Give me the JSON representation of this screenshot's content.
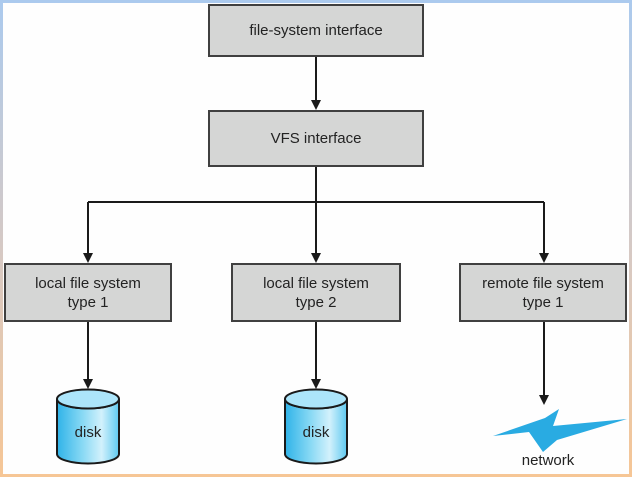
{
  "diagram": {
    "nodes": {
      "fs_interface": {
        "label": "file-system interface"
      },
      "vfs_interface": {
        "label": "VFS interface"
      },
      "local_fs_1": {
        "line1": "local file system",
        "line2": "type 1"
      },
      "local_fs_2": {
        "line1": "local file system",
        "line2": "type 2"
      },
      "remote_fs_1": {
        "line1": "remote file system",
        "line2": "type 1"
      },
      "disk_left": {
        "label": "disk"
      },
      "disk_middle": {
        "label": "disk"
      },
      "network": {
        "label": "network"
      }
    },
    "colors": {
      "node_fill": "#d5d6d5",
      "node_border": "#404040",
      "arrow": "#1a1a1a",
      "disk_body_dark": "#2fb3e8",
      "disk_body_light": "#d2f1fc",
      "disk_top": "#ace5fa",
      "bolt": "#29abe2",
      "frame_top": "#abcaee",
      "frame_bottom": "#f6c695",
      "background": "#fefefe"
    }
  }
}
